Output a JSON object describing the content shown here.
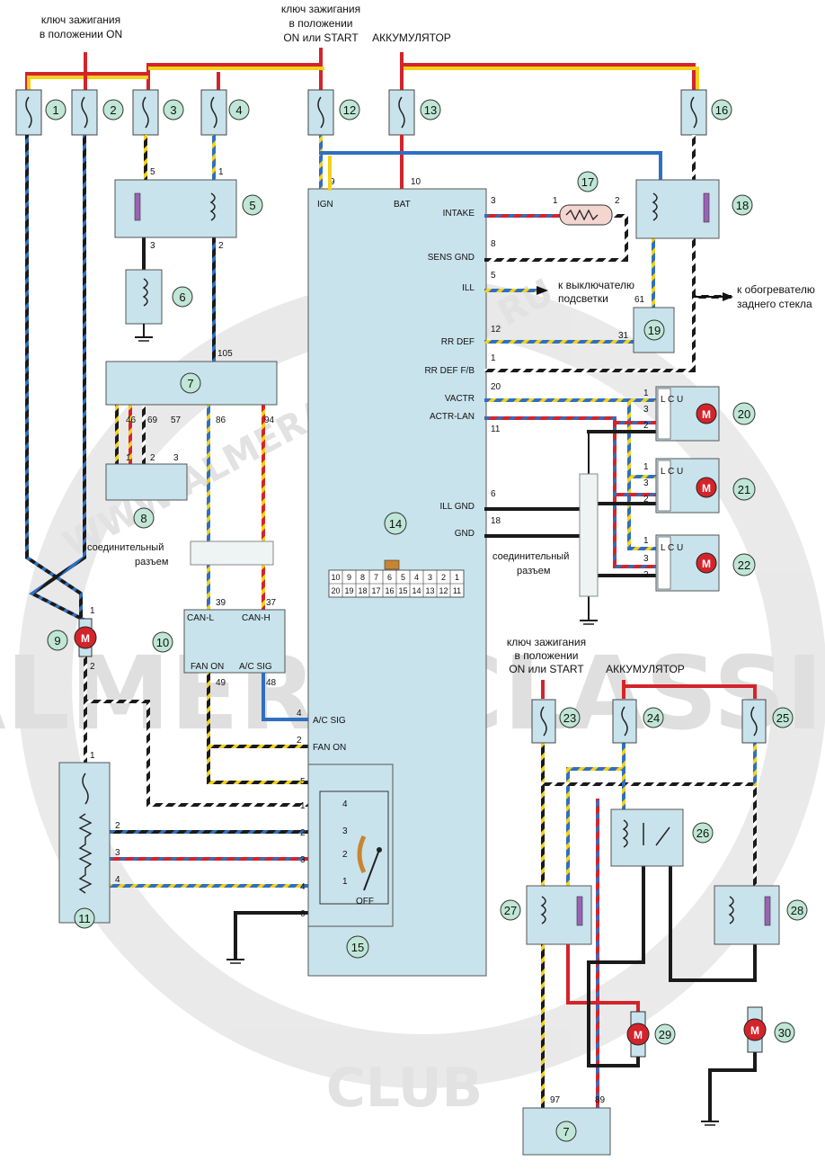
{
  "watermark": {
    "center": "ALMERA CLASSIC",
    "diagonal": "WWW.ALMERA-CLASSIC.RU",
    "bottom": "CLUB"
  },
  "captions": {
    "ign_on": [
      "ключ зажигания",
      "в положении ON"
    ],
    "ign_on_start": [
      "ключ зажигания",
      "в положении",
      "ON или START"
    ],
    "battery": "АККУМУЛЯТОР",
    "to_illum": [
      "к выключателю",
      "подсветки"
    ],
    "to_heater": [
      "к обогревателю",
      "заднего стекла"
    ],
    "connector": [
      "соединительный",
      "разъем"
    ],
    "ign_on_start_2": [
      "ключ зажигания",
      "в положении",
      "ON или START"
    ],
    "battery_2": "АККУМУЛЯТОР"
  },
  "components": [
    "1",
    "2",
    "3",
    "4",
    "5",
    "6",
    "7",
    "8",
    "9",
    "10",
    "11",
    "12",
    "13",
    "14",
    "15",
    "16",
    "17",
    "18",
    "19",
    "20",
    "21",
    "22",
    "23",
    "24",
    "25",
    "26",
    "27",
    "28",
    "29",
    "30",
    "7"
  ],
  "unit14": {
    "pins_top": {
      "ign": "IGN",
      "bat": "BAT",
      "ign_no": "9",
      "bat_no": "10"
    },
    "pins_right": [
      {
        "no": "3",
        "name": "INTAKE"
      },
      {
        "no": "8",
        "name": "SENS GND"
      },
      {
        "no": "5",
        "name": "ILL"
      },
      {
        "no": "12",
        "name": "RR DEF"
      },
      {
        "no": "1",
        "name": "RR DEF F/B"
      },
      {
        "no": "20",
        "name": "VACTR"
      },
      {
        "no": "11",
        "name": "ACTR-LAN"
      },
      {
        "no": "6",
        "name": "ILL GND"
      },
      {
        "no": "18",
        "name": "GND"
      }
    ],
    "pins_left": [
      {
        "no": "4",
        "name": "A/C SIG"
      },
      {
        "no": "2",
        "name": "FAN ON"
      },
      {
        "no": "5",
        "name": ""
      },
      {
        "no": "1",
        "name": ""
      },
      {
        "no": "2",
        "name": ""
      },
      {
        "no": "3",
        "name": ""
      },
      {
        "no": "4",
        "name": ""
      },
      {
        "no": "6",
        "name": ""
      }
    ],
    "connector_row1": [
      "10",
      "9",
      "8",
      "7",
      "6",
      "5",
      "4",
      "3",
      "2",
      "1"
    ],
    "connector_row2": [
      "20",
      "19",
      "18",
      "17",
      "16",
      "15",
      "14",
      "13",
      "12",
      "11"
    ]
  },
  "unit10": {
    "can_l": "CAN-L",
    "can_h": "CAN-H",
    "fan_on": "FAN ON",
    "ac_sig": "A/C SIG",
    "pins": [
      "39",
      "37",
      "49",
      "48"
    ]
  },
  "unit15": {
    "positions": [
      "4",
      "3",
      "2",
      "1"
    ],
    "off": "OFF"
  },
  "lcu": "L C U",
  "wire_numbers": {
    "w5a": "5",
    "w3a": "3",
    "w1a": "1",
    "w2a": "2",
    "w105": "105",
    "w46": "46",
    "w69": "69",
    "w57": "57",
    "w86": "86",
    "w94": "94",
    "c8_1": "1",
    "c8_2": "2",
    "c8_3": "3",
    "m9_1": "1",
    "m9_2": "2",
    "r11_1": "1",
    "r11_2": "2",
    "r11_3": "3",
    "r11_4": "4",
    "r17_1": "1",
    "r17_2": "2",
    "w61": "61",
    "w31": "31",
    "a20": [
      "1",
      "3",
      "2"
    ],
    "a21": [
      "1",
      "3",
      "2"
    ],
    "a22": [
      "1",
      "3",
      "2"
    ],
    "w97": "97",
    "w89": "89"
  },
  "colors": {
    "box": "#c9e3ec",
    "red": "#d4242b",
    "yellow": "#f3d21a",
    "blue": "#2f6fc0",
    "black": "#1a1a1a",
    "white": "#ffffff",
    "pink": "#e04a8a"
  }
}
